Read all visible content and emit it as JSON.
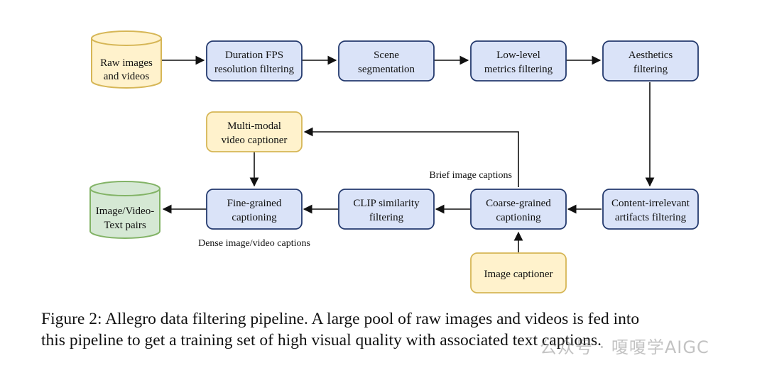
{
  "nodes": {
    "raw_source": {
      "lines": [
        "Raw images",
        "and videos"
      ]
    },
    "duration_fps": {
      "lines": [
        "Duration FPS",
        "resolution filtering"
      ]
    },
    "scene_seg": {
      "lines": [
        "Scene",
        "segmentation"
      ]
    },
    "low_level": {
      "lines": [
        "Low-level",
        "metrics filtering"
      ]
    },
    "aesthetics": {
      "lines": [
        "Aesthetics",
        "filtering"
      ]
    },
    "content_irrelevant": {
      "lines": [
        "Content-irrelevant",
        "artifacts filtering"
      ]
    },
    "coarse_caption": {
      "lines": [
        "Coarse-grained",
        "captioning"
      ]
    },
    "clip_filter": {
      "lines": [
        "CLIP similarity",
        "filtering"
      ]
    },
    "fine_caption": {
      "lines": [
        "Fine-grained",
        "captioning"
      ]
    },
    "multimodal_captioner": {
      "lines": [
        "Multi-modal",
        "video captioner"
      ]
    },
    "image_captioner": {
      "lines": [
        "Image captioner"
      ]
    },
    "output_pairs": {
      "lines": [
        "Image/Video-",
        "Text pairs"
      ]
    }
  },
  "edge_labels": {
    "brief": "Brief image captions",
    "dense": "Dense image/video captions"
  },
  "caption": {
    "line1": "Figure 2: Allegro data filtering pipeline. A large pool of raw images and videos is fed into",
    "line2": "this pipeline to get a training set of high visual quality with associated text captions."
  },
  "watermark": "公众号 · 嗄嗄学AIGC",
  "colors": {
    "process_fill": "#dae3f8",
    "process_stroke": "#243a6e",
    "captioner_fill": "#fff2cc",
    "captioner_stroke": "#d6b656",
    "output_fill": "#d5e8d4",
    "output_stroke": "#82b366"
  }
}
